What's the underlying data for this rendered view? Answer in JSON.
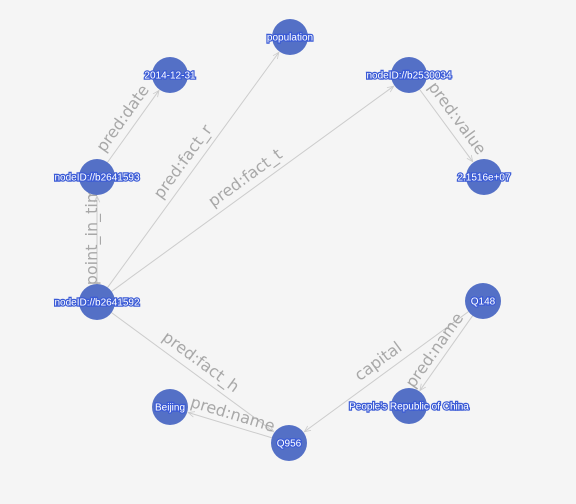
{
  "graph": {
    "nodes": [
      {
        "id": "population",
        "label": "population"
      },
      {
        "id": "date",
        "label": "2014-12-31"
      },
      {
        "id": "b2530034",
        "label": "nodeID://b2530034"
      },
      {
        "id": "b2641593",
        "label": "nodeID://b2641593"
      },
      {
        "id": "value",
        "label": "2.1516e+07"
      },
      {
        "id": "b2641592",
        "label": "nodeID://b2641592"
      },
      {
        "id": "Q148",
        "label": "Q148"
      },
      {
        "id": "beijing",
        "label": "Beijing"
      },
      {
        "id": "prc",
        "label": "People's Republic of China"
      },
      {
        "id": "Q956",
        "label": "Q956"
      }
    ],
    "edges": [
      {
        "id": "e1",
        "source": "b2641593",
        "target": "date",
        "label": "pred:date"
      },
      {
        "id": "e2",
        "source": "b2641592",
        "target": "population",
        "label": "pred:fact_r"
      },
      {
        "id": "e3",
        "source": "b2641592",
        "target": "b2530034",
        "label": "pred:fact_t"
      },
      {
        "id": "e4",
        "source": "b2530034",
        "target": "value",
        "label": "pred:value"
      },
      {
        "id": "e5",
        "source": "b2641592",
        "target": "b2641593",
        "label": "point_in_time"
      },
      {
        "id": "e6",
        "source": "b2641592",
        "target": "Q956",
        "label": "pred:fact_h"
      },
      {
        "id": "e7",
        "source": "Q956",
        "target": "beijing",
        "label": "pred:name"
      },
      {
        "id": "e8",
        "source": "Q148",
        "target": "Q956",
        "label": "capital"
      },
      {
        "id": "e9",
        "source": "Q148",
        "target": "prc",
        "label": "pred:name"
      }
    ]
  },
  "colors": {
    "node": "#5470c6",
    "edge": "#cccccc",
    "edge_label": "#a8a8a8",
    "background": "#f5f5f5"
  }
}
